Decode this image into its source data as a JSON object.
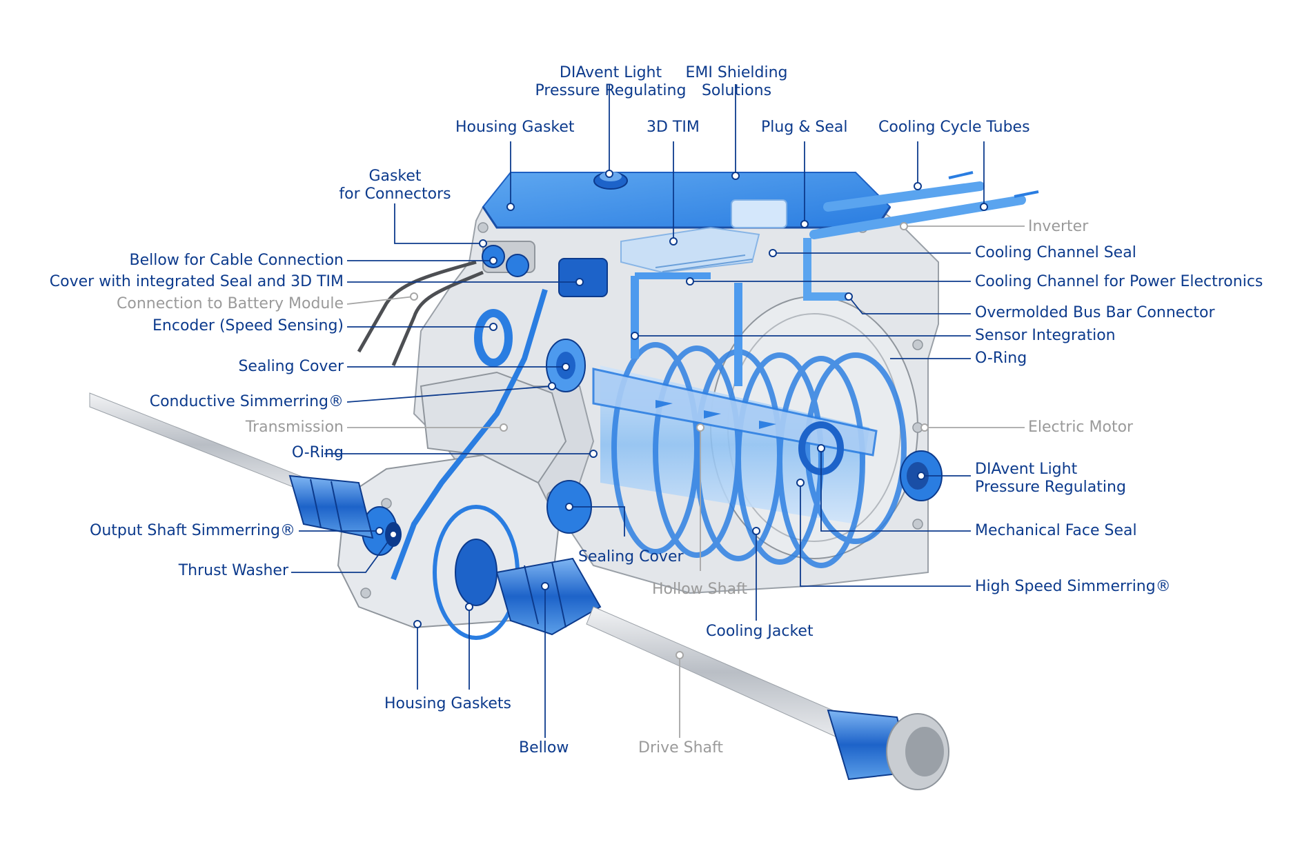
{
  "colors": {
    "label_blue": "#0c3a8c",
    "label_grey": "#9a9a9a",
    "seal_blue": "#2a7de1",
    "seal_light": "#9cc8f5",
    "housing_grey": "#d9dde3",
    "outline_grey": "#8f959c",
    "leader_blue": "#0c3a8c",
    "leader_grey": "#a6a6a6"
  },
  "labels": {
    "diavent_top": [
      "DIAvent Light",
      "Pressure Regulating"
    ],
    "emi": [
      "EMI Shielding",
      "Solutions"
    ],
    "housing_gasket": "Housing Gasket",
    "tim3d": "3D TIM",
    "plug_seal": "Plug & Seal",
    "cooling_tubes": "Cooling Cycle Tubes",
    "gasket_connectors": [
      "Gasket",
      "for Connectors"
    ],
    "inverter": "Inverter",
    "bellow_cable": "Bellow for Cable Connection",
    "cooling_channel_seal": "Cooling Channel Seal",
    "cover_seal_tim": "Cover with integrated Seal and 3D TIM",
    "cooling_channel_pe": "Cooling Channel for Power Electronics",
    "battery_connection": "Connection to Battery Module",
    "bus_bar": "Overmolded Bus Bar Connector",
    "encoder": "Encoder (Speed Sensing)",
    "sensor_integration": "Sensor Integration",
    "sealing_cover_left": "Sealing Cover",
    "oring_right": "O-Ring",
    "conductive_simmerring": "Conductive Simmerring®",
    "transmission": "Transmission",
    "electric_motor": "Electric Motor",
    "oring_left": "O-Ring",
    "diavent_right": [
      "DIAvent Light",
      "Pressure Regulating"
    ],
    "output_shaft": "Output Shaft Simmerring®",
    "mechanical_face_seal": "Mechanical Face Seal",
    "sealing_cover_mid": "Sealing Cover",
    "thrust_washer": "Thrust Washer",
    "hollow_shaft": "Hollow Shaft",
    "high_speed": "High Speed Simmerring®",
    "cooling_jacket": "Cooling Jacket",
    "housing_gaskets": "Housing Gaskets",
    "bellow": "Bellow",
    "drive_shaft": "Drive Shaft"
  }
}
